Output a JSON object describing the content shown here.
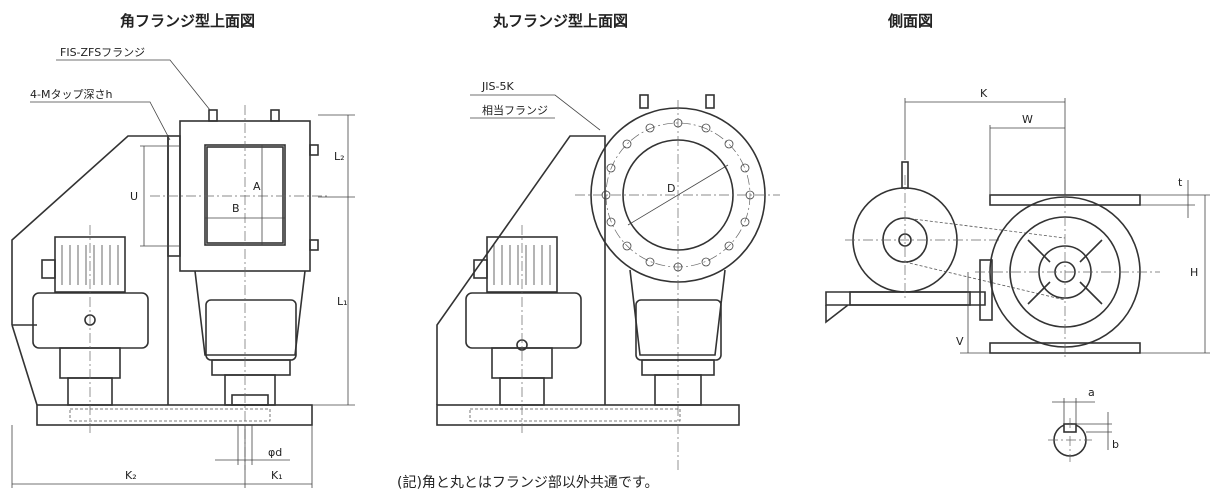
{
  "titles": {
    "square_flange": "角フランジ型上面図",
    "round_flange": "丸フランジ型上面図",
    "side_view": "側面図"
  },
  "callouts": {
    "fis_zfs_flange": "FIS-ZFSフランジ",
    "tap": "4-Mタップ深さh",
    "jis_5k": "JIS-5K",
    "equivalent_flange": "相当フランジ"
  },
  "dims": {
    "A": "A",
    "B": "B",
    "U": "U",
    "L2": "L₂",
    "L1": "L₁",
    "K2": "K₂",
    "K1": "K₁",
    "phi_d": "φd",
    "D": "D",
    "K": "K",
    "W": "W",
    "t": "t",
    "H": "H",
    "V": "V",
    "a": "a",
    "b": "b"
  },
  "note": "(記)角と丸とはフランジ部以外共通です。"
}
